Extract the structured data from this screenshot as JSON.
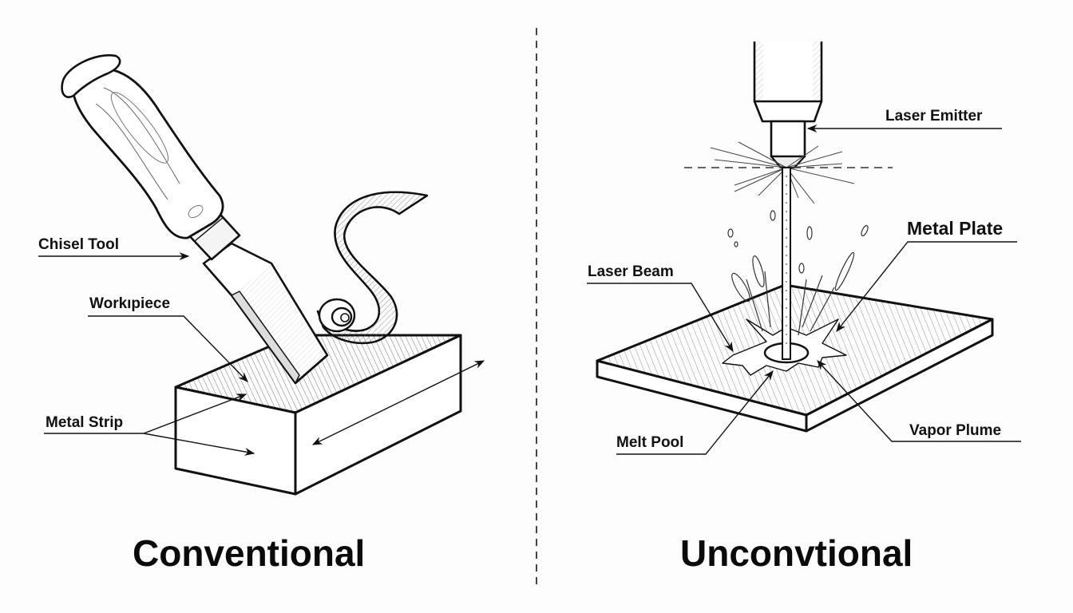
{
  "left_panel": {
    "title": "Conventional",
    "labels": {
      "chisel_tool": "Chisel Tool",
      "workpiece": "Workıpiece",
      "metal_strip": "Metal Strip"
    }
  },
  "right_panel": {
    "title": "Unconvtional",
    "labels": {
      "laser_emitter": "Laser Emitter",
      "metal_plate": "Metal Plate",
      "laser_beam": "Laser Beam",
      "melt_pool": "Melt Pool",
      "vapor_plume": "Vapor Plume"
    }
  },
  "colors": {
    "background": "#fdfdfd",
    "ink": "#111111",
    "divider": "#444444"
  }
}
